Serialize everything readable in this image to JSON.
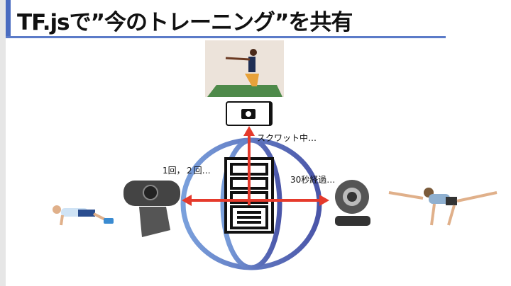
{
  "slide": {
    "title": "TF.jsで”今のトレーニング”を共有",
    "labels": {
      "count": "1回，２回…",
      "squat": "スクワット中…",
      "elapsed": "30秒経過…"
    },
    "colors": {
      "accent": "#4a6cc0",
      "arrow": "#e53a2c",
      "globe": "#6f8fd0"
    }
  }
}
